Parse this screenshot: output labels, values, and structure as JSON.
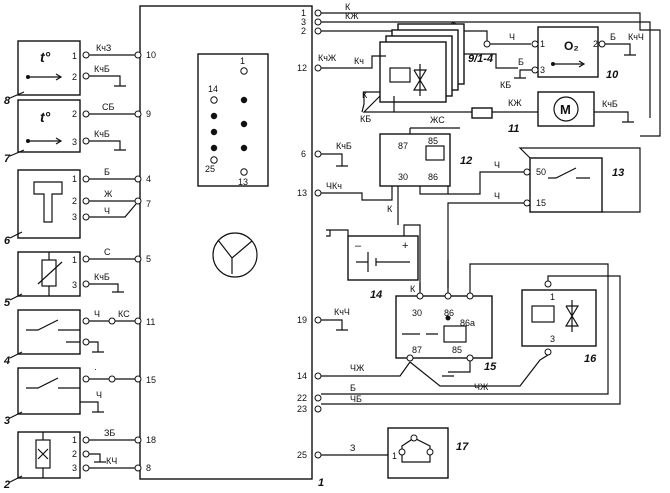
{
  "controller": {
    "number": "1",
    "pins_left": [
      "10",
      "9",
      "4",
      "7",
      "5",
      "11",
      "15",
      "18",
      "8"
    ],
    "pins_right": [
      "1",
      "3",
      "2",
      "12",
      "6",
      "13",
      "19",
      "14",
      "22",
      "23",
      "25"
    ],
    "connector_pins": [
      "1",
      "14",
      "25",
      "13"
    ]
  },
  "wires": {
    "k_top": "К",
    "kzh_top": "КЖ",
    "f": "Ф",
    "ch_o2": "Ч",
    "kchzh": "КчЖ",
    "kch": "Кч",
    "k_mid": "К",
    "kb_mid": "КБ",
    "kb_inj": "КБ",
    "kzh_pump": "КЖ",
    "zhs": "ЖС",
    "kchb_pump": "КчБ",
    "b_o2": "Б",
    "kchch_o2": "КчЧ",
    "kchb_6": "КчБ",
    "chkch_13": "ЧКч",
    "k_bat": "К",
    "ch_50": "Ч",
    "ch_15": "Ч",
    "k_15": "К",
    "kchch_19": "КчЧ",
    "chzh_14": "ЧЖ",
    "chzh_16": "ЧЖ",
    "b_22": "Б",
    "chb_23": "ЧБ",
    "z_25": "З",
    "kchz_10": "КчЗ",
    "kchb_8": "КчБ",
    "sb_9": "СБ",
    "kchb_7": "КчБ",
    "b_4": "Б",
    "zh_6": "Ж",
    "ch_6": "Ч",
    "s_5": "С",
    "kchb_5": "КчБ",
    "ch_11": "Ч",
    "ks_11": "КС",
    "ch_3": "Ч",
    "zb_18": "ЗБ",
    "kch_8": "КЧ",
    "dot_15": "·"
  },
  "components": {
    "c2": {
      "number": "2",
      "pins": [
        "1",
        "2",
        "3"
      ]
    },
    "c3": {
      "number": "3"
    },
    "c4": {
      "number": "4"
    },
    "c5": {
      "number": "5",
      "pins": [
        "1",
        "3"
      ]
    },
    "c6": {
      "number": "6",
      "pins": [
        "1",
        "2",
        "3"
      ]
    },
    "c7": {
      "number": "7",
      "symbol": "t°",
      "pins": [
        "2",
        "3"
      ]
    },
    "c8": {
      "number": "8",
      "symbol": "t°",
      "pins": [
        "1",
        "2"
      ]
    },
    "c9": {
      "number": "9/1-4"
    },
    "c10": {
      "number": "10",
      "symbol": "O₂",
      "pins": [
        "1",
        "2",
        "3"
      ]
    },
    "c11": {
      "number": "11",
      "symbol": "M"
    },
    "c12": {
      "number": "12",
      "pins": [
        "87",
        "85",
        "30",
        "86"
      ]
    },
    "c13": {
      "number": "13",
      "pins": [
        "50",
        "15"
      ]
    },
    "c14": {
      "number": "14",
      "minus": "–",
      "plus": "+"
    },
    "c15": {
      "number": "15",
      "pins": [
        "30",
        "86",
        "86а",
        "87",
        "85"
      ]
    },
    "c16": {
      "number": "16",
      "pins": [
        "1",
        "3"
      ]
    },
    "c17": {
      "number": "17",
      "pins": [
        "1"
      ]
    }
  }
}
